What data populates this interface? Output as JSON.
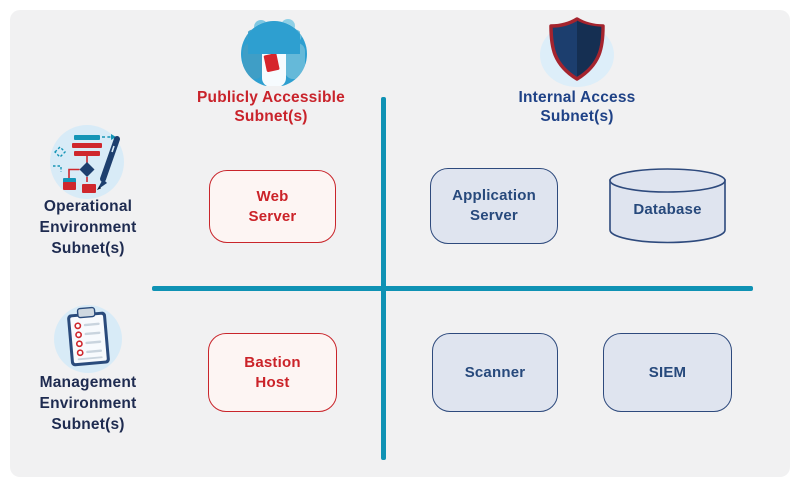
{
  "diagram": {
    "columns": [
      {
        "id": "publicly-accessible",
        "label": "Publicly Accessible\nSubnet(s)",
        "icon": "people-group-icon",
        "accent": "#c9232b"
      },
      {
        "id": "internal-access",
        "label": "Internal Access\nSubnet(s)",
        "icon": "shield-icon",
        "accent": "#1f4287"
      }
    ],
    "rows": [
      {
        "id": "operational",
        "label": "Operational\nEnvironment\nSubnet(s)",
        "icon": "flowchart-pen-icon"
      },
      {
        "id": "management",
        "label": "Management\nEnvironment\nSubnet(s)",
        "icon": "clipboard-checklist-icon"
      }
    ],
    "nodes": {
      "web_server": {
        "label": "Web\nServer",
        "variant": "public",
        "shape": "rounded-rect"
      },
      "application_server": {
        "label": "Application\nServer",
        "variant": "internal",
        "shape": "rounded-rect"
      },
      "database": {
        "label": "Database",
        "variant": "internal",
        "shape": "cylinder"
      },
      "bastion_host": {
        "label": "Bastion\nHost",
        "variant": "public",
        "shape": "rounded-rect"
      },
      "scanner": {
        "label": "Scanner",
        "variant": "internal",
        "shape": "rounded-rect"
      },
      "siem": {
        "label": "SIEM",
        "variant": "internal",
        "shape": "rounded-rect"
      }
    },
    "colors": {
      "divider_teal": "#0f92b4",
      "public_red": "#c9232b",
      "public_fill": "#fdf5f3",
      "internal_navy": "#2e4a7d",
      "internal_fill": "#dfe4ef",
      "header_navy": "#1f4287",
      "row_label_navy": "#1e2b50",
      "canvas_gray": "#f1f1f2"
    }
  }
}
